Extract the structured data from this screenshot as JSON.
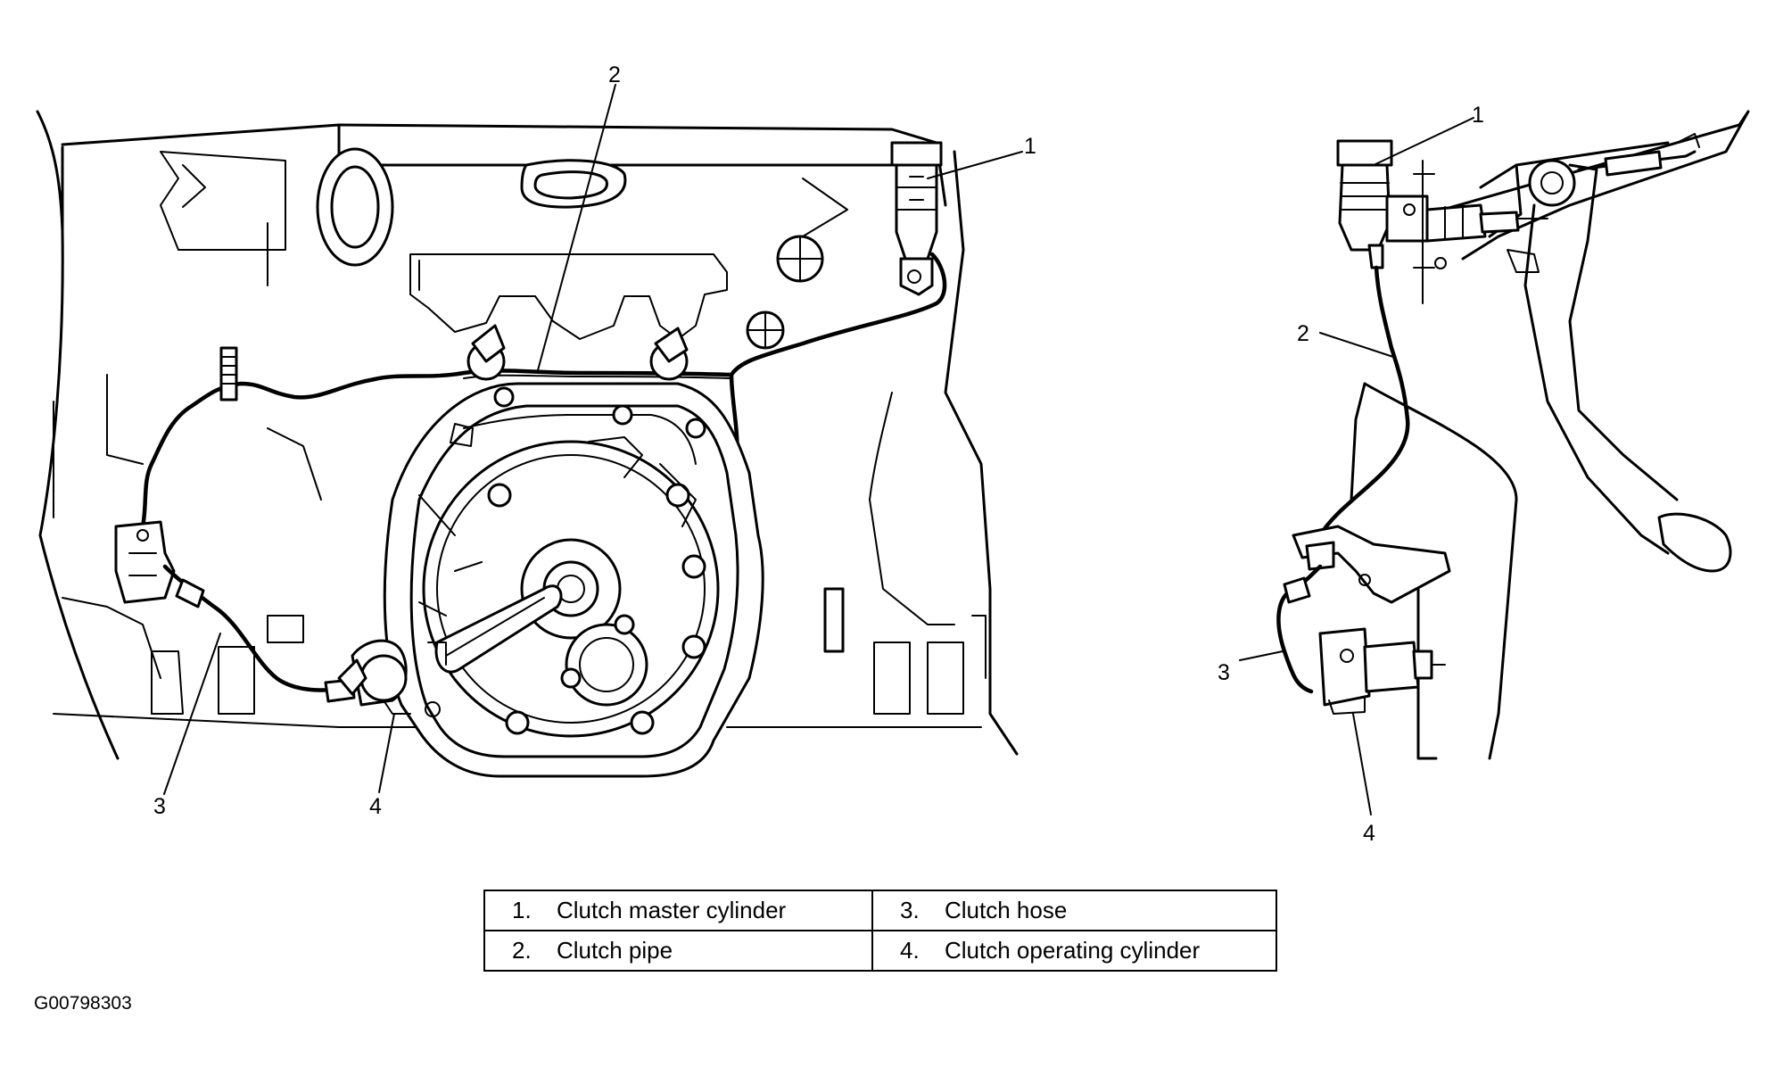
{
  "figure_id": "G00798303",
  "callouts": {
    "left": {
      "c1": "1",
      "c2": "2",
      "c3": "3",
      "c4": "4"
    },
    "right": {
      "c1": "1",
      "c2": "2",
      "c3": "3",
      "c4": "4"
    }
  },
  "legend": {
    "rows": [
      [
        {
          "num": "1.",
          "label": "Clutch master cylinder"
        },
        {
          "num": "3.",
          "label": "Clutch hose"
        }
      ],
      [
        {
          "num": "2.",
          "label": "Clutch pipe"
        },
        {
          "num": "4.",
          "label": "Clutch operating cylinder"
        }
      ]
    ]
  }
}
